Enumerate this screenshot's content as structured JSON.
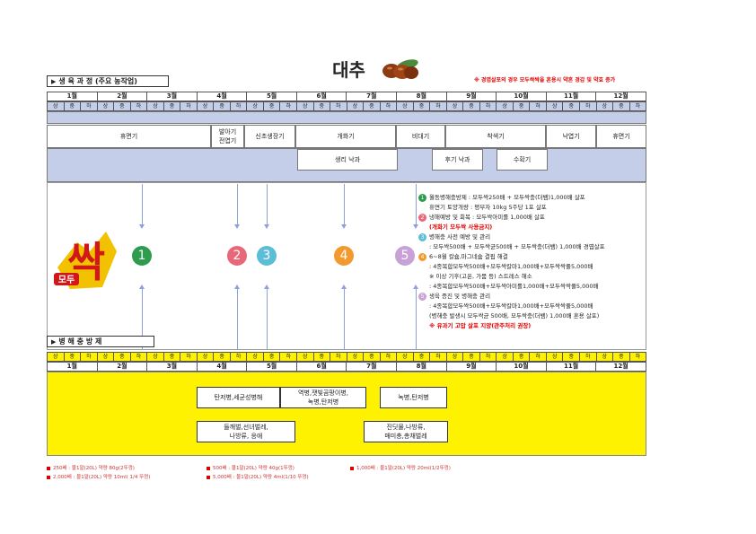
{
  "header": {
    "title": "대추",
    "note": "※ 경엽살포의 경우 모두싹싹을 혼용시 약흔 경감 및 약효 증가"
  },
  "sections": {
    "growth": "생 육 과 정 (주요 농작업)",
    "pest": "병 해 충 방 제"
  },
  "months": [
    "1월",
    "2월",
    "3월",
    "4월",
    "5월",
    "6월",
    "7월",
    "8월",
    "9월",
    "10월",
    "11월",
    "12월"
  ],
  "dekads": [
    "상",
    "중",
    "하"
  ],
  "stages_top": [
    {
      "label": "휴면기"
    },
    {
      "label": "발아기\n전엽기"
    },
    {
      "label": "신초생장기"
    },
    {
      "label": "개화기"
    },
    {
      "label": "비대기"
    },
    {
      "label": "착색기"
    },
    {
      "label": "낙엽기"
    },
    {
      "label": "휴면기"
    }
  ],
  "stages_bottom": [
    {
      "label": "생리 낙과"
    },
    {
      "label": "후기 낙과"
    },
    {
      "label": "수확기"
    }
  ],
  "logo_text": "싹",
  "logo_badge": "모두",
  "circles": [
    {
      "num": "1",
      "color": "#2e9b4e"
    },
    {
      "num": "2",
      "color": "#e8687a"
    },
    {
      "num": "3",
      "color": "#5bbdd6"
    },
    {
      "num": "4",
      "color": "#f29a2e"
    },
    {
      "num": "5",
      "color": "#c8a2d6"
    }
  ],
  "instructions": [
    {
      "mark": "1",
      "color": "#2e9b4e",
      "text": "월동병해충방제 : 모두싹250배 + 모두싹충(더뱀)1,000배 살포"
    },
    {
      "mark": "",
      "text": "휴면기 토양개량 : 평부자 10kg 5주당 1포 살포"
    },
    {
      "mark": "2",
      "color": "#e8687a",
      "text": "냉해예방 및 회복 : 모두싹아미롤 1,000배 살포"
    },
    {
      "mark": "",
      "text": "(개화기 모두싹 사용금지)",
      "red": true
    },
    {
      "mark": "3",
      "color": "#5bbdd6",
      "text": "병해충 사전 예방 및 관리"
    },
    {
      "mark": "",
      "text": ": 모두싹500배 + 모두싹균500배 + 모두싹충(더뱀) 1,000배 경엽살포"
    },
    {
      "mark": "4",
      "color": "#f29a2e",
      "text": "6~8월 칼슘,마그네슘 결핍 해결"
    },
    {
      "mark": "",
      "text": ": 4종복합모두싹500배+모두싹칼마1,000배+모두싹싹풀5,000배"
    },
    {
      "mark": "",
      "text": "※ 이상 기후(고온, 가뭄 등) 스트레스 해소"
    },
    {
      "mark": "",
      "text": ": 4종복합모두싹500배+모두싹아미롤1,000배+모두싹싹풀5,000배"
    },
    {
      "mark": "5",
      "color": "#c8a2d6",
      "text": "생육 증진 및 병해충 관리"
    },
    {
      "mark": "",
      "text": ": 4종복합모두싹500배+모두싹칼마1,000배+모두싹싹풀5,000배"
    },
    {
      "mark": "",
      "text": "(병해충 발생시 모두싹균 500배, 모두싹충(더뱀) 1,000배 혼용 살포)"
    },
    {
      "mark": "",
      "text": "※ 유과기 고압 살포 지양(관주처리 권장)",
      "red": true
    }
  ],
  "pests": [
    {
      "label": "탄저병,세균성병해"
    },
    {
      "label": "역병,잿빛곰팡이병,\n녹병,탄저병"
    },
    {
      "label": "녹병,탄저병"
    },
    {
      "label": "들깨벌,선녀벌레,\n나방류, 응애"
    },
    {
      "label": "진딧물,나방류,\n매미충,총채벌레"
    }
  ],
  "legend": [
    "250배 : 물1말(20L) 약량 80g(2뚜껑)",
    "500배 : 물1말(20L) 약량 40g(1뚜껑)",
    "1,000배 : 물1말(20L) 약량 20ml(1/2뚜껑)",
    "2,000배 : 물1말(20L) 약량 10ml( 1/4 뚜껑)",
    "5,000배 : 물1말(20L) 약량 4ml(1/10 뚜껑)"
  ]
}
